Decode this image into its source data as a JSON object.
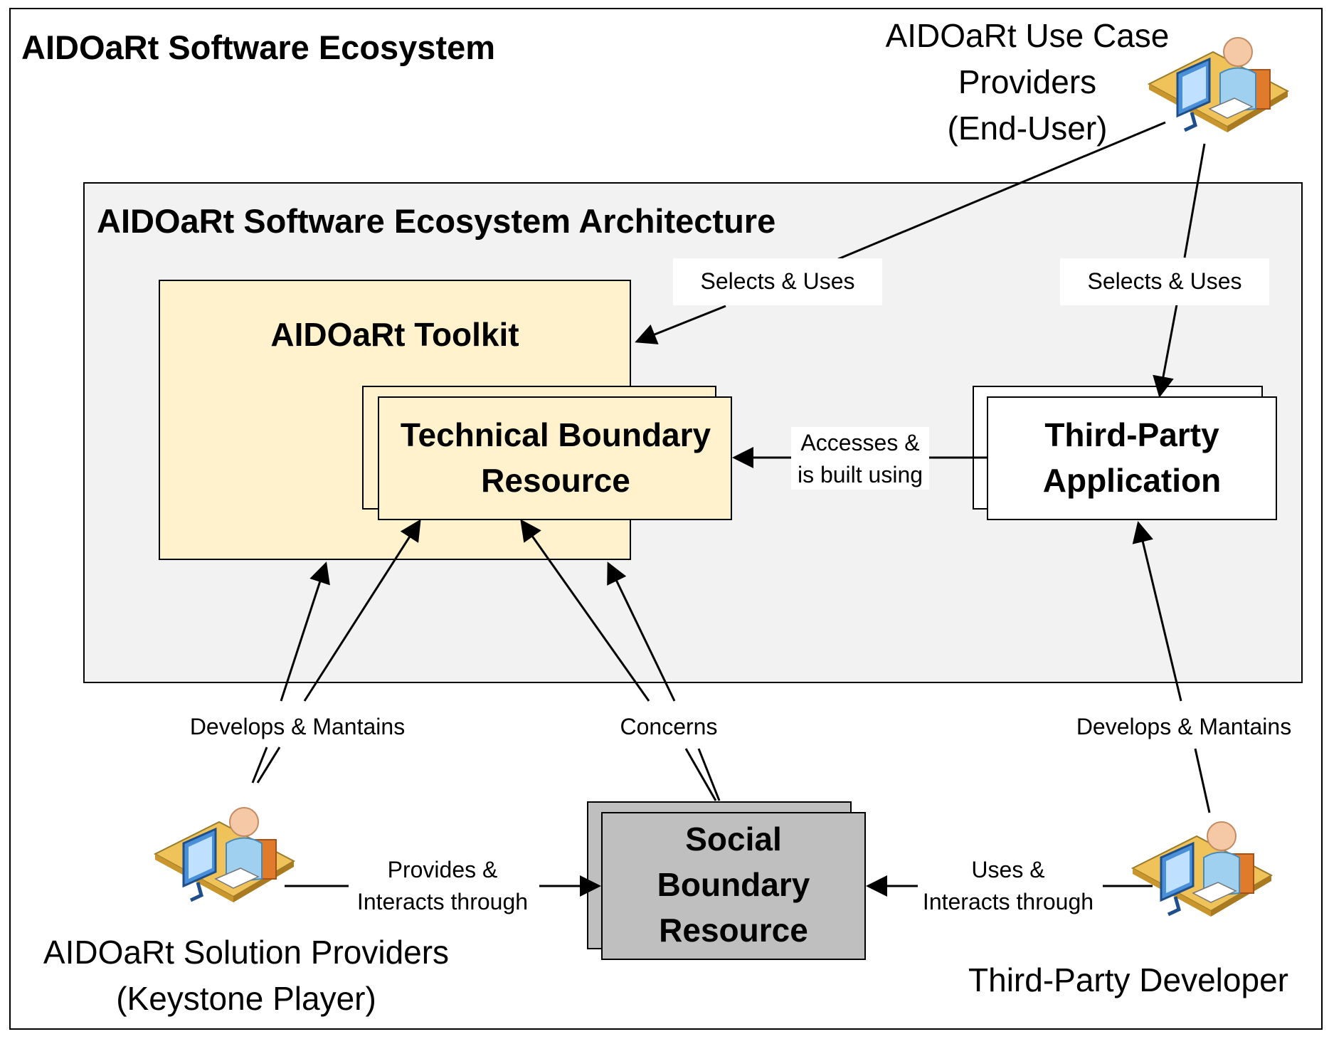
{
  "ecosystem_title": "AIDOaRt Software Ecosystem",
  "architecture_title": "AIDOaRt Software Ecosystem Architecture",
  "boxes": {
    "toolkit": "AIDOaRt Toolkit",
    "technical_boundary": [
      "Technical Boundary",
      "Resource"
    ],
    "third_party_app": [
      "Third-Party",
      "Application"
    ],
    "social_boundary": [
      "Social",
      "Boundary",
      "Resource"
    ]
  },
  "actors": {
    "use_case_providers": [
      "AIDOaRt Use Case",
      "Providers",
      "(End-User)"
    ],
    "solution_providers": [
      "AIDOaRt Solution Providers",
      "(Keystone Player)"
    ],
    "third_party_developer": [
      "Third-Party Developer"
    ]
  },
  "edge_labels": {
    "selects_uses_left": "Selects & Uses",
    "selects_uses_right": "Selects & Uses",
    "accesses": [
      "Accesses &",
      "is built using"
    ],
    "develops_left": "Develops & Mantains",
    "concerns": "Concerns",
    "develops_right": "Develops & Mantains",
    "provides": [
      "Provides &",
      "Interacts through"
    ],
    "uses_interacts": [
      "Uses &",
      "Interacts through"
    ]
  },
  "colors": {
    "toolkit_fill": "#fff2cc",
    "architecture_fill": "#f2f2f2",
    "social_fill": "#bfbfbf"
  }
}
